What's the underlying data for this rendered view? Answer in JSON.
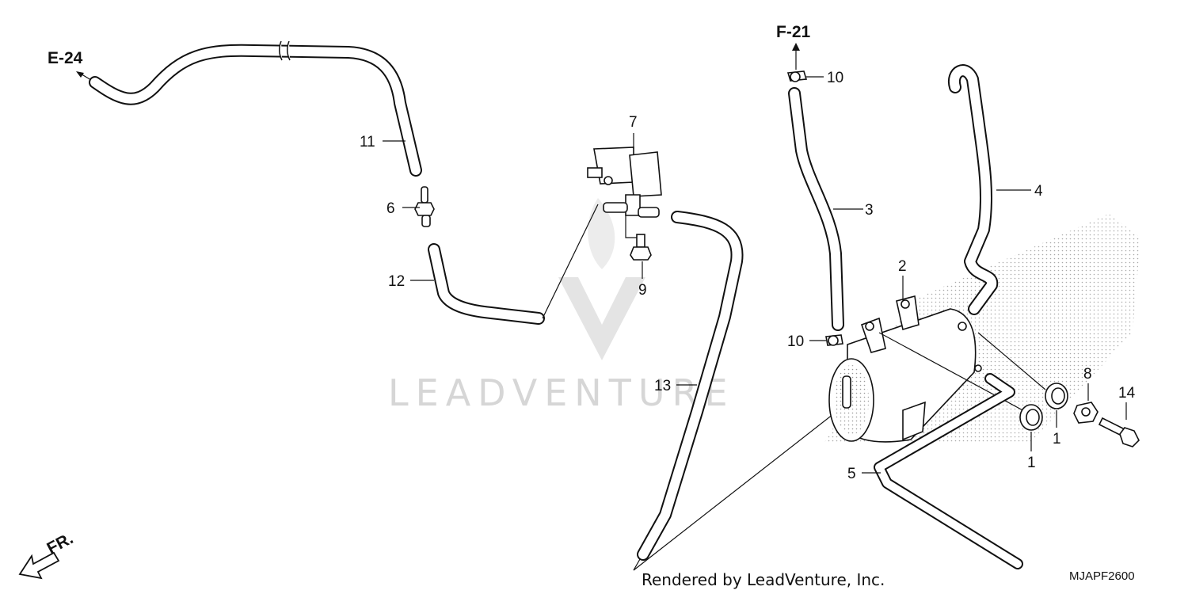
{
  "references": {
    "left": "E-24",
    "top": "F-21"
  },
  "callouts": {
    "p1a": "1",
    "p1b": "1",
    "p2": "2",
    "p3": "3",
    "p4": "4",
    "p5": "5",
    "p6": "6",
    "p7": "7",
    "p8": "8",
    "p9": "9",
    "p10a": "10",
    "p10b": "10",
    "p11": "11",
    "p12": "12",
    "p13": "13",
    "p14": "14"
  },
  "direction_label": "FR.",
  "watermark": "LEADVENTURE",
  "credit": "Rendered by LeadVenture, Inc.",
  "diagram_code": "MJAPF2600",
  "colors": {
    "line": "#111111",
    "watermark": "#d6d6d6",
    "stipple": "#9a9a9a"
  }
}
